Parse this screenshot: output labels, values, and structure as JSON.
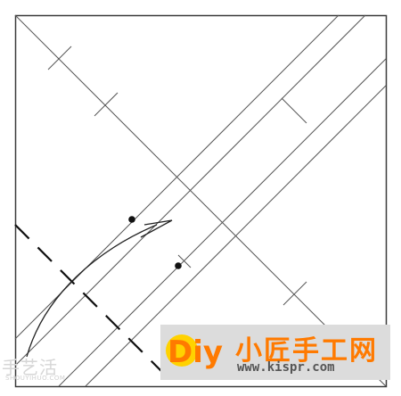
{
  "watermark": {
    "left_text": "手艺活",
    "left_subtext": "SHOUYIHUO.COM",
    "brand_logo": "Diy",
    "brand_title": "小匠手工网",
    "brand_url": "www.kispr.com"
  },
  "colors": {
    "line": "#444444",
    "brand_orange": "#ff7a00",
    "brand_yellow": "#ffd200",
    "watermark_grey": "#dcdcdc"
  }
}
